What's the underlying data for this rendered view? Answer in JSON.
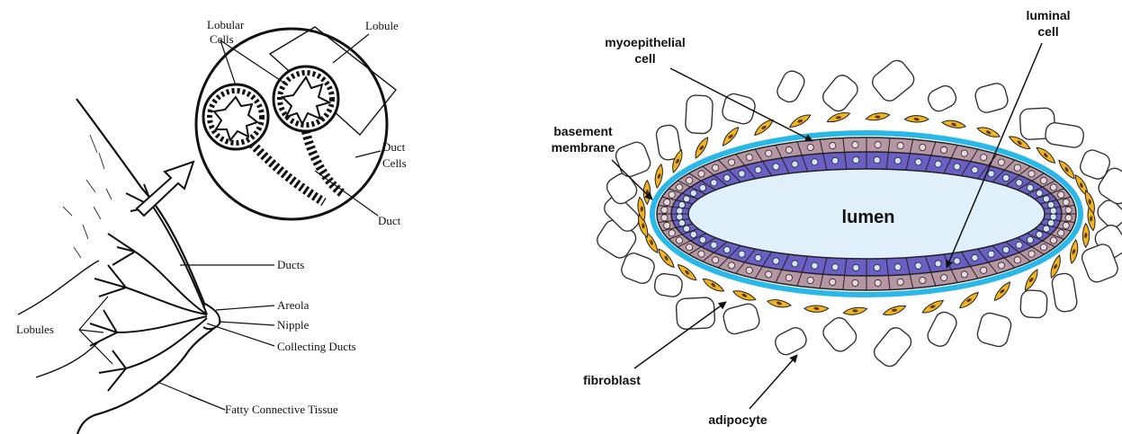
{
  "left_panel": {
    "labels": {
      "lobular_cells": [
        "Lobular",
        "Cells"
      ],
      "lobule": "Lobule",
      "duct_cells": [
        "Duct",
        "Cells"
      ],
      "duct": "Duct",
      "ducts": "Ducts",
      "areola": "Areola",
      "nipple": "Nipple",
      "collecting_ducts": "Collecting Ducts",
      "lobules": "Lobules",
      "fatty_tissue": "Fatty Connective Tissue"
    }
  },
  "right_panel": {
    "labels": {
      "myoepithelial": [
        "myoepithelial",
        "cell"
      ],
      "luminal": [
        "luminal",
        "cell"
      ],
      "basement": [
        "basement",
        "membrane"
      ],
      "lumen": "lumen",
      "fibroblast": "fibroblast",
      "adipocyte": "adipocyte"
    },
    "colors": {
      "lumen_fill": "#dff0fb",
      "luminal_cell": "#6a5fc4",
      "myoepithelial_cell": "#b796a4",
      "basement_membrane": "#2ab8e8",
      "fibroblast": "#f2b321",
      "adipocyte_outline": "#333333"
    }
  }
}
